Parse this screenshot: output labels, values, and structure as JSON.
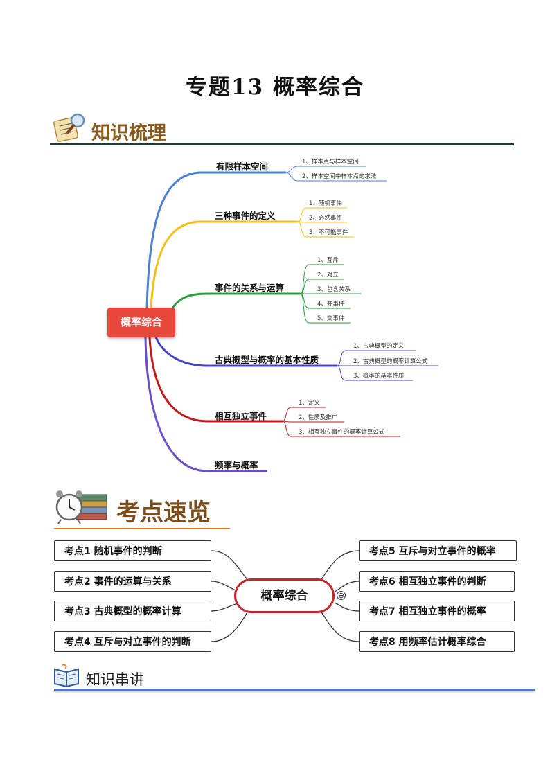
{
  "title": "专题13  概率综合",
  "sections": {
    "knowledge": {
      "heading": "知识梳理"
    },
    "quick": {
      "heading": "考点速览"
    },
    "lecture": {
      "heading": "知识串讲"
    }
  },
  "mindmap": {
    "root": "概率综合",
    "branches": [
      {
        "label": "有限样本空间",
        "color": "#4a7fd1",
        "children": [
          "1、样本点与样本空间",
          "2、样本空间中样本点的求法"
        ]
      },
      {
        "label": "三种事件的定义",
        "color": "#f1bf19",
        "children": [
          "1、随机事件",
          "2、必然事件",
          "3、不可能事件"
        ]
      },
      {
        "label": "事件的关系与运算",
        "color": "#2e9a3e",
        "children": [
          "1、互斥",
          "2、对立",
          "3、包含关系",
          "4、并事件",
          "5、交事件"
        ]
      },
      {
        "label": "古典概型与概率的基本性质",
        "color": "#4444c8",
        "children": [
          "1、古典概型的定义",
          "2、古典概型的概率计算公式",
          "3、概率的基本性质"
        ]
      },
      {
        "label": "相互独立事件",
        "color": "#c01a1a",
        "children": [
          "1、定义",
          "2、性质及推广",
          "3、相互独立事件的概率计算公式"
        ]
      },
      {
        "label": "频率与概率",
        "color": "#6a4fc8",
        "children": []
      }
    ]
  },
  "exam_points": {
    "center": "概率综合",
    "collapse_symbol": "⊖",
    "left": [
      "考点1  随机事件的判断",
      "考点2  事件的运算与关系",
      "考点3  古典概型的概率计算",
      "考点4  互斥与对立事件的判断"
    ],
    "right": [
      "考点5  互斥与对立事件的概率",
      "考点6  相互独立事件的判断",
      "考点7  相互独立事件的概率",
      "考点8  用频率估计概率综合"
    ]
  },
  "colors": {
    "rule_dark": "#1f3b33",
    "rule_orange": "#d9822b",
    "rule_blue": "#4a78c0",
    "root_red": "#e8473b"
  }
}
